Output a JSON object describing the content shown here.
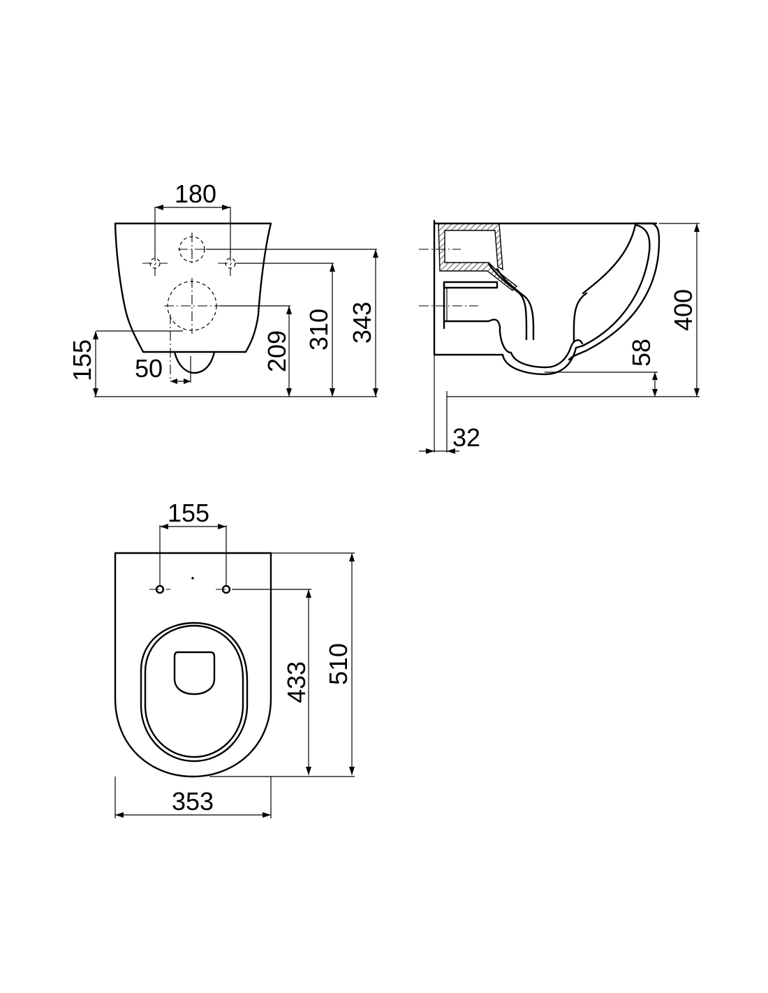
{
  "views": {
    "rear": {
      "dimensions": {
        "fixing_spacing": "180",
        "waste_height": "155",
        "outlet_diameter": "50",
        "inlet_height": "209",
        "fixing_height": "310",
        "upper_height": "343"
      }
    },
    "side": {
      "dimensions": {
        "total_height": "400",
        "rim_to_base": "58",
        "wall_gap": "32"
      }
    },
    "top": {
      "dimensions": {
        "seat_fixing_spacing": "155",
        "fixing_to_front": "433",
        "total_length": "510",
        "total_width": "353"
      }
    }
  }
}
